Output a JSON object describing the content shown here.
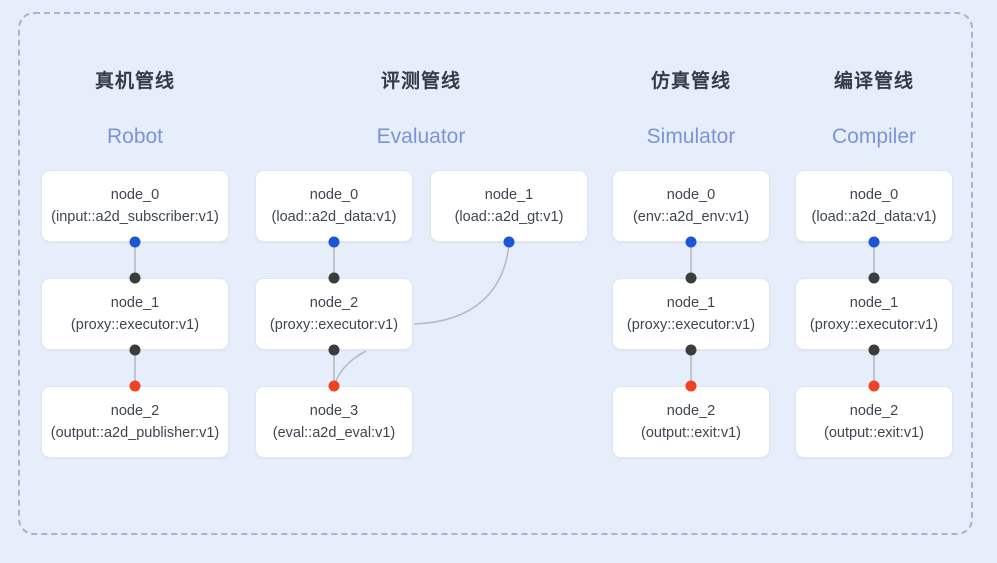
{
  "diagram": {
    "frame": {
      "style": "dashed-rounded-rect",
      "border_color": "#a9b4c6"
    },
    "background_color": "#e7eefb",
    "port_colors": {
      "input": "#1a56d6",
      "pass": "#3c3c3c",
      "output": "#ef4123"
    },
    "columns": [
      {
        "id": "robot",
        "title_cn": "真机管线",
        "title_en": "Robot",
        "nodes": [
          {
            "name": "node_0",
            "spec": "(input::a2d_subscriber:v1)"
          },
          {
            "name": "node_1",
            "spec": "(proxy::executor:v1)"
          },
          {
            "name": "node_2",
            "spec": "(output::a2d_publisher:v1)"
          }
        ]
      },
      {
        "id": "evaluator",
        "title_cn": "评测管线",
        "title_en": "Evaluator",
        "nodes": [
          {
            "name": "node_0",
            "spec": "(load::a2d_data:v1)"
          },
          {
            "name": "node_1",
            "spec": "(load::a2d_gt:v1)"
          },
          {
            "name": "node_2",
            "spec": "(proxy::executor:v1)"
          },
          {
            "name": "node_3",
            "spec": "(eval::a2d_eval:v1)"
          }
        ]
      },
      {
        "id": "simulator",
        "title_cn": "仿真管线",
        "title_en": "Simulator",
        "nodes": [
          {
            "name": "node_0",
            "spec": "(env::a2d_env:v1)"
          },
          {
            "name": "node_1",
            "spec": "(proxy::executor:v1)"
          },
          {
            "name": "node_2",
            "spec": "(output::exit:v1)"
          }
        ]
      },
      {
        "id": "compiler",
        "title_cn": "编译管线",
        "title_en": "Compiler",
        "nodes": [
          {
            "name": "node_0",
            "spec": "(load::a2d_data:v1)"
          },
          {
            "name": "node_1",
            "spec": "(proxy::executor:v1)"
          },
          {
            "name": "node_2",
            "spec": "(output::exit:v1)"
          }
        ]
      }
    ]
  }
}
